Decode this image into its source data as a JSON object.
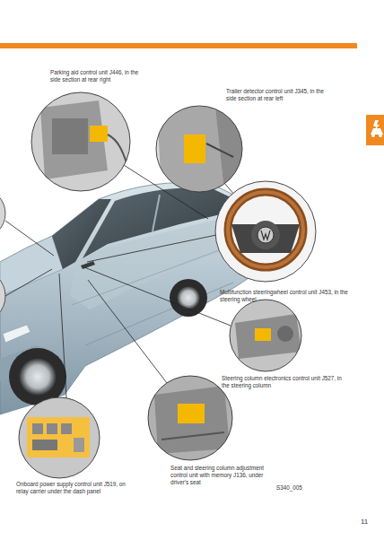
{
  "diagram": {
    "labels": [
      "Parking aid control unit J446, in the side section at rear right",
      "Trailer detector control unit J345, in the side section at rear left",
      "Multifunction steeringwheel control unit J453, in the steering wheel",
      "Steering column electronics control unit J527, in the steering column",
      "Seat and steering column adjustment control unit with memory J136, under driver's seat",
      "Onboard power supply control unit J519, on relay carrier under the dash panel",
      "S340_005",
      "11"
    ]
  }
}
